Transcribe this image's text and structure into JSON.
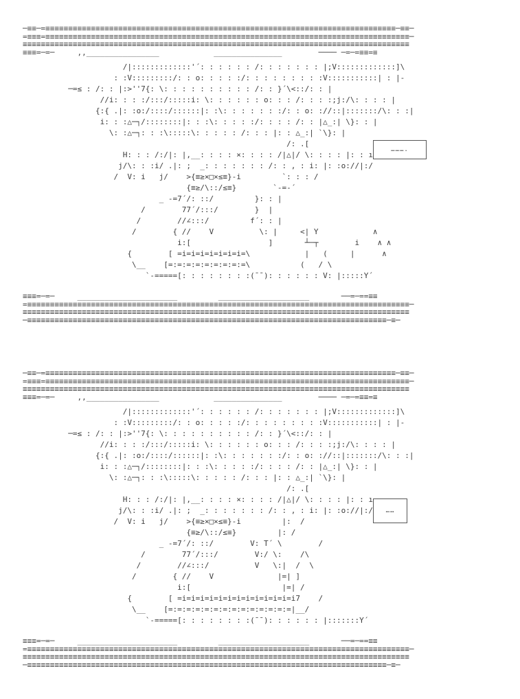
{
  "page": {
    "background": "#ffffff",
    "text_color": "#3c3c3c"
  },
  "art": {
    "speed_lines_top": [
      "─≡≡─=≡≡≡≡≡≡≡≡≡≡≡≡≡≡≡≡≡≡≡≡≡≡≡≡≡≡≡≡≡≡≡≡≡≡≡≡≡≡≡≡≡≡≡≡≡≡≡≡≡≡≡≡≡≡≡≡≡≡≡≡≡≡≡≡≡≡≡≡≡≡≡≡≡≡≡≡≡─≡≡─",
      "=≡≡≡=≡≡≡≡≡≡≡≡≡≡≡≡≡≡≡≡≡≡≡≡≡≡≡≡≡≡≡≡≡≡≡≡≡≡≡≡≡≡≡≡≡≡≡≡≡≡≡≡≡≡≡≡≡≡≡≡≡≡≡≡≡≡≡≡≡≡≡≡≡≡≡≡≡≡≡≡≡≡≡≡─",
      "≡≡≡≡≡≡≡≡≡≡≡≡≡≡≡≡≡≡≡≡≡≡≡≡≡≡≡≡≡≡≡≡≡≡≡≡≡≡≡≡≡≡≡≡≡≡≡≡≡≡≡≡≡≡≡≡≡≡≡≡≡≡≡≡≡≡≡≡≡≡≡≡≡≡≡≡≡≡≡≡≡≡≡≡≡",
      "≡≡≡=─=─     ,,________________            _______________        ──── ─=─=≡≡=≡"
    ],
    "speed_lines_bottom": [
      "≡≡≡=─=─     ______________________         ____________________       ──=─==≡≡",
      "=≡≡≡≡≡≡≡≡≡≡≡≡≡≡≡≡≡≡≡≡≡≡≡≡≡≡≡≡≡≡≡≡≡≡≡≡≡≡≡≡≡≡≡≡≡≡≡≡≡≡≡≡≡≡≡≡≡≡≡≡≡≡≡≡≡≡≡≡≡≡≡≡≡≡≡≡≡≡≡≡≡≡≡≡─",
      "≡≡≡≡≡≡≡≡≡≡≡≡≡≡≡≡≡≡≡≡≡≡≡≡≡≡≡≡≡≡≡≡≡≡≡≡≡≡≡≡≡≡≡≡≡≡≡≡≡≡≡≡≡≡≡≡≡≡≡≡≡≡≡≡≡≡≡≡≡≡≡≡≡≡≡≡≡≡≡≡≡≡≡≡≡",
      "─≡≡≡≡≡≡≡≡≡≡≡≡≡≡≡≡≡≡≡≡≡≡≡≡≡≡≡≡≡≡≡≡≡≡≡≡≡≡≡≡≡≡≡≡≡≡≡≡≡≡≡≡≡≡≡≡≡≡≡≡≡≡≡≡≡≡≡≡≡≡≡≡≡≡≡≡≡≡≡─≡─"
    ],
    "panel1_lines": [
      "                      /|:::::::::::::'´: : : : : : /: : : : : : : |;V:::::::::::::]\\",
      "                    : :V:::::::::/: : o: : : : :/: : : : : : : : :V:::::::::::| : |-",
      "          ─=≤ : /: : |:>''7{: \\: : : : : : : : : : /: : }´\\<::/: : |",
      "                 //i: : : :/:::/:::::i: \\: : : : : : o: : : /: : : :;j:/\\: : : : |",
      "                {:{ .|: :o:/::::/::::::|: :\\: : : : : : :/: : o: ://::|:::::::/\\: : :|",
      "                 i: : :△─┐/::::::::|: : :\\: : : : :/: : : : /: : |△_:| \\}: : |",
      "                   \\: :△─┐: : :\\:::::\\: : : : : /: : : |: : △_:| `\\}: |",
      "                                                          /: .[",
      "                      H: : : /:/|: |,__: : : : ×: : : : /|△|/ \\: : : : |: : ı,",
      "                     j/\\: : :i/ .|: ;  _: : : : : : : /: : , : i: |: :o://|:/",
      "                    /  V: i   j/    >{≡≥×□×≤≡}-i         `: : : /",
      "                                    {≡≥/\\::/≤≡}        `-=-´",
      "                              _ -=7´/: ::/         }: : |",
      "                          /        77´/:::/        }  |",
      "                         /        //∠:::/         f´: : |",
      "                        /        { //    V          \\: |     <| Y            ∧",
      "                                  i:[                 ]       ┴─┬        i    ∧ ∧",
      "                       {        [ =i=i=i=i=i=i=i=\\            |   (     |      ∧",
      "                        \\__    [=:=:=:=:=:=:=:=:=\\           (   / \\",
      "                           `-=====[: : : : : : : :(¯¯): : : : : : V: |:::::Y´"
    ],
    "panel2_lines": [
      "                      /|:::::::::::::'´: : : : : : /: : : : : : : |;V:::::::::::::]\\",
      "                    : :V:::::::::/: : o: : : : :/: : : : : : : : :V:::::::::::| : |-",
      "          ─=≤ : /: : |:>''7{: \\: : : : : : : : : : /: : }´\\<::/: : |",
      "                 //i: : : :/:::/:::::i: \\: : : : : : o: : : /: : : :;j:/\\: : : : |",
      "                {:{ .|: :o:/::::/::::::|: :\\: : : : : : :/: : o: ://::|:::::::/\\: : :|",
      "                 i: : :△─┐/::::::::|: : :\\: : : : :/: : : : /: : |△_:| \\}: : |",
      "                   \\: :△─┐: : :\\:::::\\: : : : : /: : : |: : △_:| `\\}: |",
      "                                                          /: .[",
      "                      H: : : /:/|: |,__: : : : ×: : : : /|△|/ \\: : : : |: : ı,",
      "                     j/\\: : :i/ .|: ;  _: : : : : : : /: : , : i: |: :o://|:/",
      "                    /  V: i   j/    >{≡≥×□×≤≡}-i         |:  / ",
      "                                    {≡≥/\\::/≤≡}         |: /",
      "                              _ -=7´/: ::/        V: T´ \\        /",
      "                          /        77´/:::/        V:/ \\:    /\\",
      "                         /        //∠:::/          V   \\:|  /  \\",
      "                        /        { //    V              |=| ]",
      "                                  i:[                    |=| /",
      "                       {        [ =i=i=i=i=i=i=i=i=i=i=i=i=i7    /",
      "                        \\__    [=:=:=:=:=:=:=:=:=:=:=:=:=:=|__/",
      "                           `-=====[: : : : : : : :(¯¯): : : : : : |:::::::Y´"
    ],
    "bubble1_text": "……….",
    "bubble2_text": "……"
  }
}
